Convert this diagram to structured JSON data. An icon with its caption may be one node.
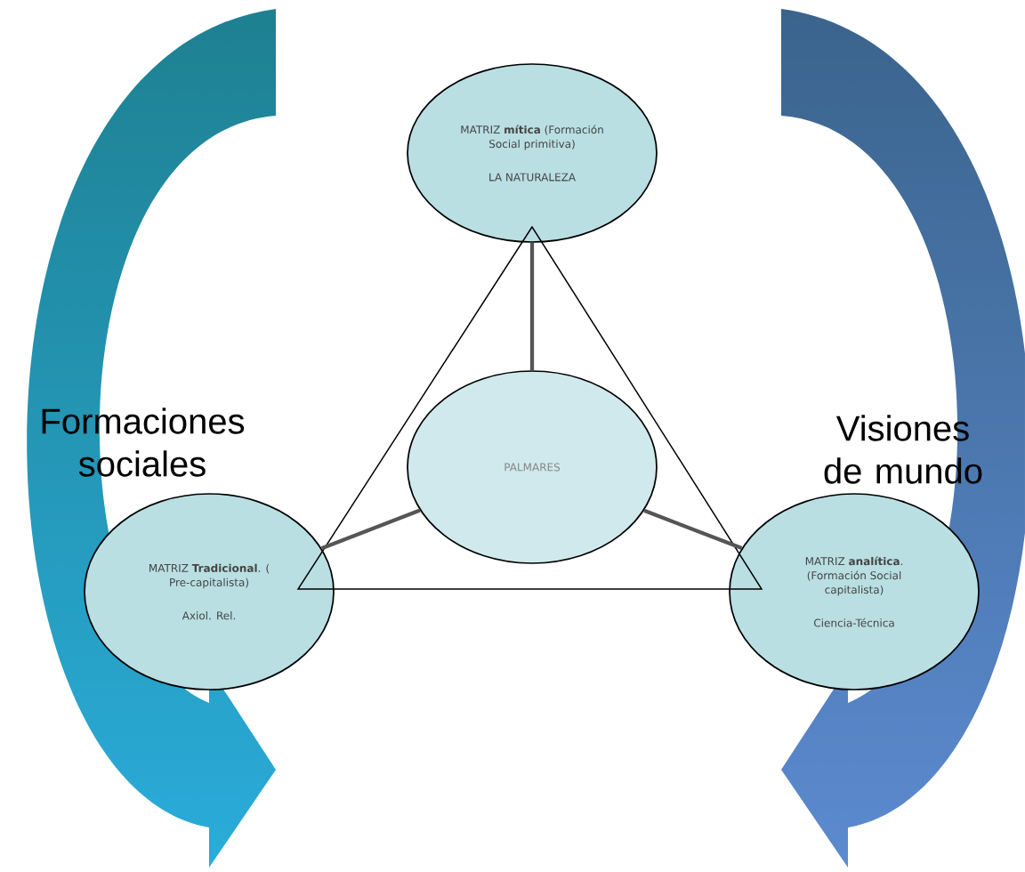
{
  "diagram": {
    "nodes": [
      {
        "text": [
          "MATRIZ **mítica** (Formación Social primitiva)",
          "LA NATURALEZA"
        ]
      },
      {
        "text": [
          "PALMARES"
        ]
      },
      {
        "text": [
          "MATRIZ **Tradicional**. ( Pre-capitalista)",
          "Axiol. Rel."
        ]
      },
      {
        "text": [
          "MATRIZ **analítica**. (Formación Social capitalista)",
          "Ciencia-Técnica"
        ]
      }
    ],
    "edges": [
      {
        "from": 1,
        "to": 0,
        "arrow": "none"
      },
      {
        "from": 1,
        "to": 2,
        "arrow": "none"
      },
      {
        "from": 1,
        "to": 3,
        "arrow": "none"
      }
    ],
    "labels": [
      "Formaciones sociales",
      "Visiones de mundo"
    ]
  }
}
